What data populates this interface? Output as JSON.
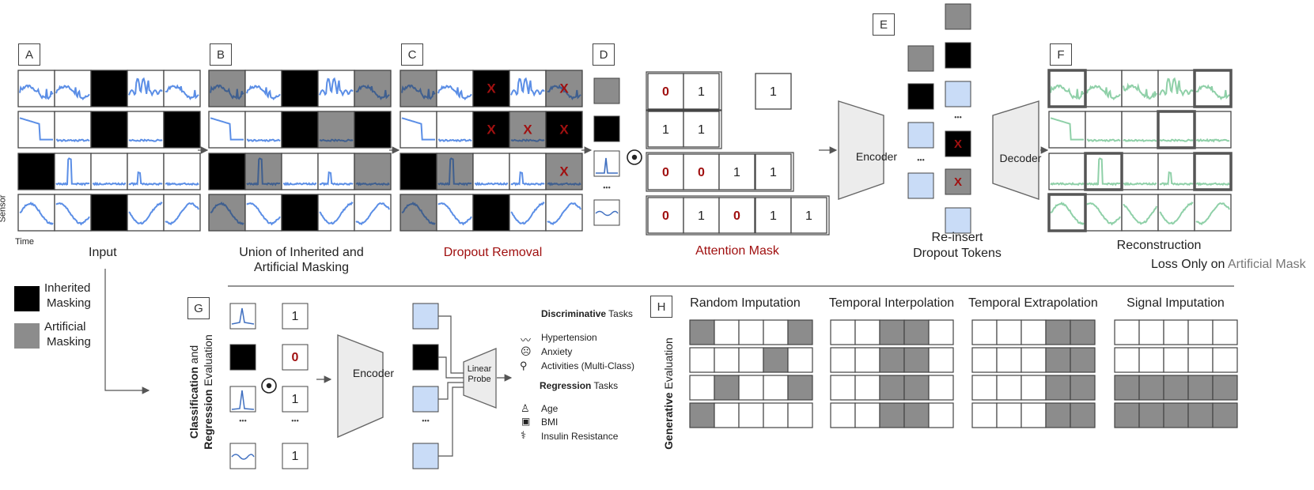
{
  "panels": {
    "a": {
      "letter": "A",
      "caption": "Input",
      "axis_y": "Sensor",
      "axis_x": "Time"
    },
    "b": {
      "letter": "B",
      "caption_line1": "Union of Inherited and",
      "caption_line2": "Artificial Masking"
    },
    "c": {
      "letter": "C",
      "caption": "Dropout Removal",
      "x_mark": "X"
    },
    "d": {
      "letter": "D",
      "ellipsis": "•••",
      "odot": "⊙"
    },
    "attention": {
      "caption": "Attention Mask",
      "rows": [
        [
          "0",
          "1",
          "",
          "1"
        ],
        [
          "1",
          "1"
        ],
        [
          "0",
          "0",
          "1",
          "1"
        ],
        [
          "0",
          "1",
          "0",
          "1",
          "1"
        ]
      ],
      "red_values": [
        "0"
      ]
    },
    "e": {
      "letter": "E",
      "caption_line1": "Re-insert",
      "caption_line2": "Dropout Tokens",
      "encoder": "Encoder",
      "decoder": "Decoder"
    },
    "f": {
      "letter": "F",
      "caption": "Reconstruction",
      "caption2_prefix": "Loss Only on ",
      "caption2_highlight": "Artificial Mask"
    },
    "legend": {
      "inherited_line1": "Inherited",
      "inherited_line2": "Masking",
      "artificial_line1": "Artificial",
      "artificial_line2": "Masking"
    },
    "g": {
      "letter": "G",
      "side_bold1": "Classification",
      "side_normal1": " and",
      "side_bold2": "Regression",
      "side_normal2": " Evaluation",
      "mask_values": [
        "1",
        "0",
        "1",
        "•••",
        "1"
      ],
      "encoder": "Encoder",
      "probe_line1": "Linear",
      "probe_line2": "Probe",
      "disc_bold": "Discriminative",
      "disc_normal": " Tasks",
      "disc_tasks": [
        "Hypertension",
        "Anxiety",
        "Activities (Multi-Class)"
      ],
      "reg_bold": "Regression",
      "reg_normal": " Tasks",
      "reg_tasks": [
        "Age",
        "BMI",
        "Insulin Resistance"
      ]
    },
    "h": {
      "letter": "H",
      "side_bold": "Generative",
      "side_normal": " Evaluation",
      "grids": [
        {
          "title": "Random Imputation"
        },
        {
          "title": "Temporal Interpolation"
        },
        {
          "title": "Temporal Extrapolation"
        },
        {
          "title": "Signal Imputation"
        }
      ]
    }
  },
  "colors": {
    "inherited": "#000000",
    "artificial": "#8c8c8c",
    "signal": "#5b8ee6",
    "recon": "#8fd0a8",
    "token": "#c9dcf7",
    "red": "#a01010",
    "encoder_fill": "#ececec"
  }
}
